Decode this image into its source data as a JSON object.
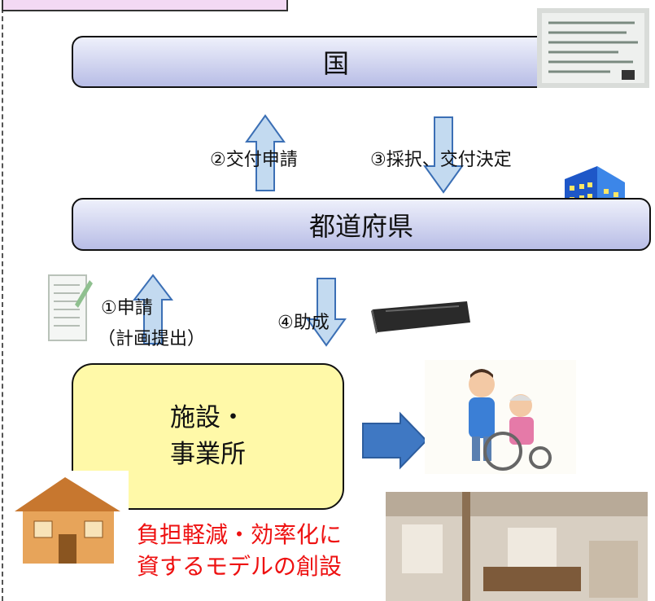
{
  "diagram": {
    "national_label": "国",
    "prefecture_label": "都道府県",
    "steps": {
      "step2": "②交付申請",
      "step3": "③採択、交付決定",
      "step1_line1": "①申請",
      "step1_line2": "（計画提出）",
      "step4": "④助成"
    },
    "facility_line1": "施設・",
    "facility_line2": "事業所",
    "outcome_line1": "負担軽減・効率化に",
    "outcome_line2": "資するモデルの創設"
  },
  "colors": {
    "band_fill": "#c8ccee",
    "arrow_fill": "#c3daf0",
    "arrow_stroke": "#3b6fb5",
    "facility_fill": "#fff9a8",
    "outcome_text": "#ee1111",
    "big_arrow": "#3f78c3"
  },
  "icons": [
    "document-photo-icon",
    "building-icon",
    "application-form-icon",
    "money-bundle-icon",
    "caregiver-wheelchair-icon",
    "house-icon",
    "room-interior-icon"
  ]
}
